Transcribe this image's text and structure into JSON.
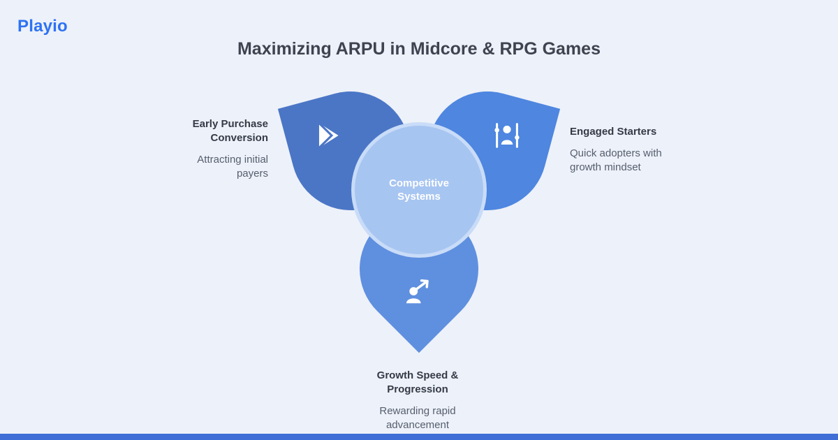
{
  "brand": {
    "name": "Playio"
  },
  "title": "Maximizing ARPU in Midcore & RPG Games",
  "diagram": {
    "type": "trefoil-venn",
    "center_label": "Competitive Systems",
    "petals": [
      {
        "position": "top-left",
        "name": "Early Purchase Conversion",
        "description": "Attracting initial payers",
        "icon": "google-play-icon"
      },
      {
        "position": "top-right",
        "name": "Engaged Starters",
        "description": "Quick adopters with growth mindset",
        "icon": "person-sliders-icon"
      },
      {
        "position": "bottom",
        "name": "Growth Speed & Progression",
        "description": "Rewarding rapid advancement",
        "icon": "person-growth-arrow-icon"
      }
    ]
  },
  "colors": {
    "background": "#edf1f9",
    "brand-blue": "#2e72f4",
    "title-text": "#3f4350",
    "label-title": "#343a46",
    "label-desc": "#565e6e",
    "petal-top-left": "#4b76c6",
    "petal-top-right": "#4e86e0",
    "petal-bottom": "#5f8fdf",
    "center-circle": "#a7c5f1",
    "center-ring": "#c9dcf8",
    "bottom-bar": "#3f6fd6"
  }
}
